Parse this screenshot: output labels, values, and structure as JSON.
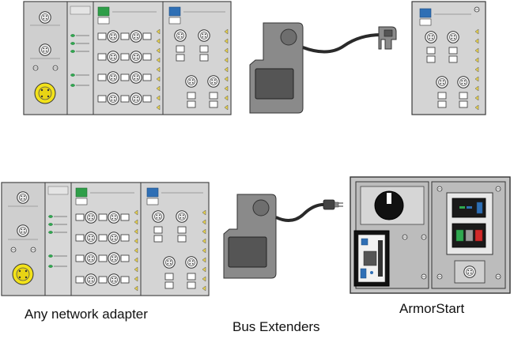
{
  "captions": {
    "network_adapter": "Any network adapter",
    "bus_extenders": "Bus Extenders",
    "armorstart": "ArmorStart"
  },
  "colors": {
    "module_fill": "#d4d4d4",
    "module_stroke": "#3a3a3a",
    "green_label": "#2e9e48",
    "blue_label": "#2f6fb5",
    "led_yellow": "#e8d24a",
    "power_connector": "#f2e21a",
    "extender_body": "#8a8a8a",
    "cable": "#2a2a2a",
    "armorstart_red": "#d12a2a",
    "armorstart_green": "#2fa84f",
    "armorstart_grey": "#9a9a9a"
  }
}
